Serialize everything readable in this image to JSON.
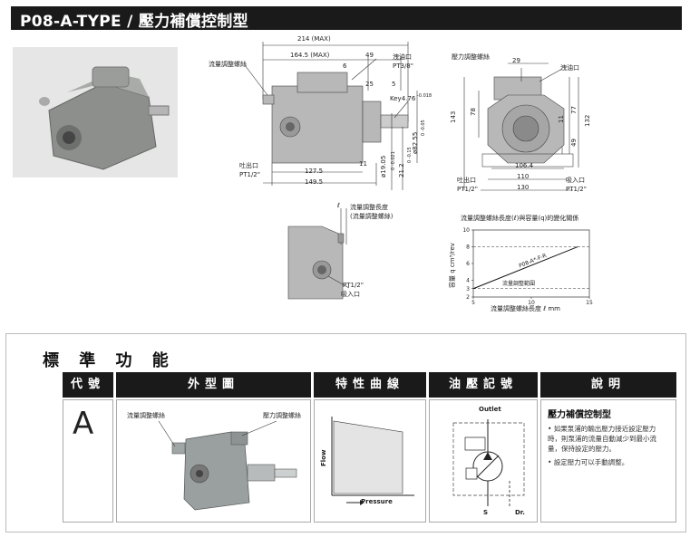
{
  "header": {
    "title": "P08-A-TYPE / 壓力補償控制型"
  },
  "drawing1": {
    "dim_214": "214 (MAX)",
    "dim_164": "164.5 (MAX)",
    "dim_49": "49",
    "dim_6": "6",
    "dim_25": "25",
    "dim_5": "5",
    "dim_1275": "127.5",
    "dim_1495": "149.5",
    "dim_11": "11",
    "label_flow_screw": "流量調整螺絲",
    "label_drain": "洩油口",
    "label_drain_size": "PT3/8\"",
    "label_key": "Key4.76",
    "label_key_tol": "-0.018",
    "label_outlet": "吐出口",
    "label_outlet_size": "PT1/2\"",
    "dim_phi1905": "ø19.05",
    "dim_phi1905_tol": "0 -0.021",
    "dim_212": "21.2",
    "dim_212_tol": "0 -0.15",
    "dim_phi8255": "ø82.55",
    "dim_phi8255_tol": "0 -0.05"
  },
  "drawing2": {
    "label_pressure_screw": "壓力調整螺絲",
    "label_drain": "洩油口",
    "dim_29": "29",
    "dim_143": "143",
    "dim_78": "78",
    "dim_11": "11",
    "dim_77": "77",
    "dim_132": "132",
    "dim_49": "49",
    "dim_1064": "106.4",
    "dim_110": "110",
    "dim_130": "130",
    "label_outlet": "吐出口",
    "label_outlet_size": "PT1/2\"",
    "label_inlet": "吸入口",
    "label_inlet_size": "PT1/2\""
  },
  "drawing3": {
    "label_len": "流量調整長度",
    "label_screw": "(流量調整螺絲)",
    "label_l": "ℓ",
    "label_pt": "PT1/2\"",
    "label_inlet": "吸入口"
  },
  "chart_data": {
    "type": "line",
    "title": "流量調整螺絲長度(ℓ)與容量(q)的變化關係",
    "xlabel": "流量調整螺絲長度 ℓ mm",
    "ylabel": "容量 q cm³/rev",
    "xlim": [
      5,
      15
    ],
    "ylim": [
      2,
      10
    ],
    "xticks": [
      "5",
      "10",
      "15"
    ],
    "yticks": [
      "2",
      "3",
      "4",
      "6",
      "8",
      "10"
    ],
    "series": [
      {
        "name": "P08-A*-F-R",
        "x": [
          5,
          14
        ],
        "y": [
          3,
          8
        ]
      }
    ],
    "annotation": "流量調整範圍",
    "range_marks": [
      3,
      8
    ]
  },
  "standard": {
    "heading": "標 準 功 能",
    "col_code": "代號",
    "col_shape": "外型圖",
    "col_curve": "特性曲線",
    "col_symbol": "油壓記號",
    "col_desc": "說明",
    "code": "A",
    "shape_label_flow": "流量調整螺絲",
    "shape_label_pressure": "壓力調整螺絲",
    "curve_y": "Flow",
    "curve_x": "Pressure",
    "sym_outlet": "Outlet",
    "sym_s": "S",
    "sym_dr": "Dr.",
    "desc_title": "壓力補償控制型",
    "desc_items": [
      "如果泵浦的輸出壓力接近設定壓力時，則泵浦的流量自動減少到最小流量，保持設定的壓力。",
      "設定壓力可以手動調整。"
    ]
  },
  "colors": {
    "bar": "#1a1a1a",
    "pump_body": "#b8b8b8"
  }
}
